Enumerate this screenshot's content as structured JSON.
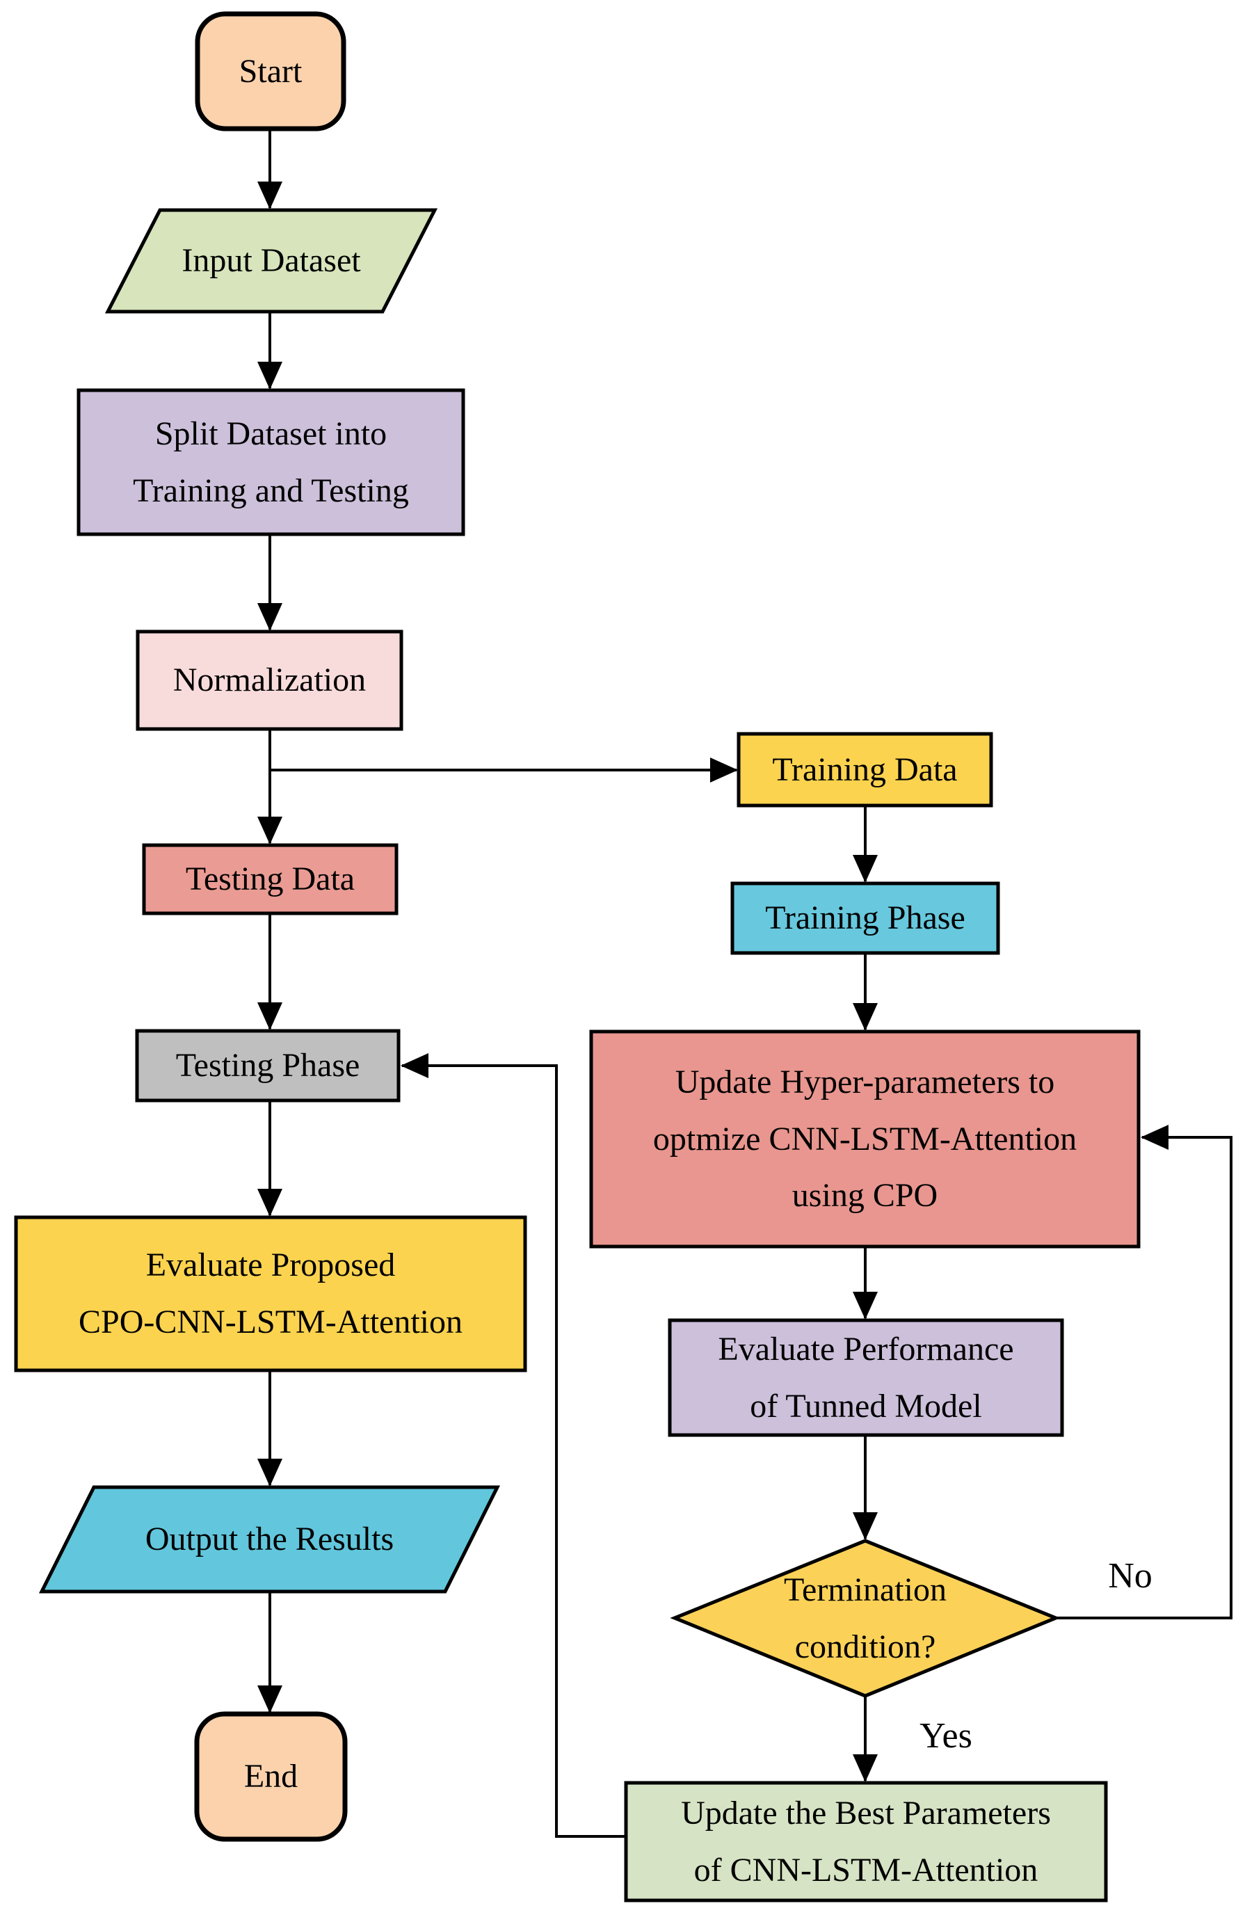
{
  "diagram": {
    "title": "CPO-CNN-LSTM-Attention training and testing flowchart",
    "background_color": "#FFFFFF",
    "stroke_color": "#000000",
    "nodes": {
      "start": {
        "label": "Start",
        "shape": "rounded",
        "color": "#FBD2AC"
      },
      "input_dataset": {
        "label": "Input Dataset",
        "shape": "parallelogram",
        "color": "#D7E4BC"
      },
      "split_dataset": {
        "label": "Split Dataset into\nTraining and Testing",
        "shape": "rectangle",
        "color": "#CCC0DA"
      },
      "normalization": {
        "label": "Normalization",
        "shape": "rectangle",
        "color": "#F8DCDB"
      },
      "training_data": {
        "label": "Training Data",
        "shape": "rectangle",
        "color": "#FCD34F"
      },
      "testing_data": {
        "label": "Testing Data",
        "shape": "rectangle",
        "color": "#EA9C94"
      },
      "training_phase": {
        "label": "Training Phase",
        "shape": "rectangle",
        "color": "#68C8DD"
      },
      "testing_phase": {
        "label": "Testing Phase",
        "shape": "rectangle",
        "color": "#BFBFBF"
      },
      "update_hyper": {
        "label": "Update Hyper-parameters to\noptmize CNN-LSTM-Attention\nusing CPO",
        "shape": "rectangle",
        "color": "#E8968F"
      },
      "evaluate_proposed": {
        "label": "Evaluate Proposed\nCPO-CNN-LSTM-Attention",
        "shape": "rectangle",
        "color": "#FCD34F"
      },
      "evaluate_performance": {
        "label": "Evaluate Performance\nof Tunned Model",
        "shape": "rectangle",
        "color": "#CCC0DA"
      },
      "termination": {
        "label": "Termination\ncondition?",
        "shape": "diamond",
        "color": "#FBD158"
      },
      "output_results": {
        "label": "Output the Results",
        "shape": "parallelogram",
        "color": "#62C6DC"
      },
      "update_best": {
        "label": "Update the Best Parameters\nof CNN-LSTM-Attention",
        "shape": "rectangle",
        "color": "#D6E3C4"
      },
      "end": {
        "label": "End",
        "shape": "rounded",
        "color": "#FBD2AC"
      }
    },
    "edge_labels": {
      "no": "No",
      "yes": "Yes"
    }
  }
}
